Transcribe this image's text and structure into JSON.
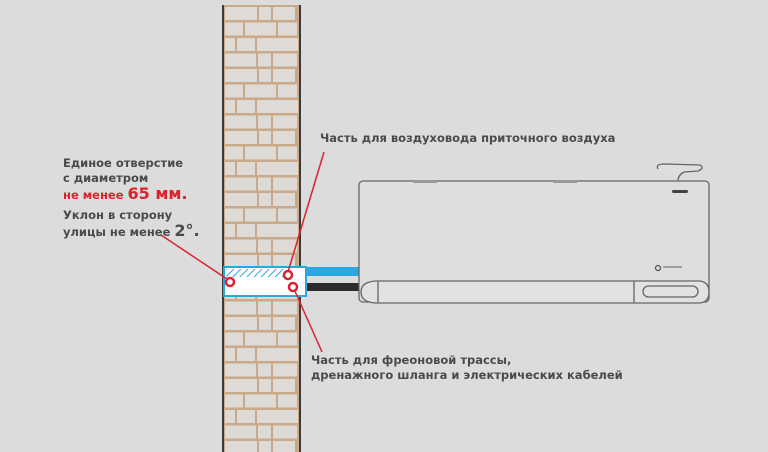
{
  "left_note": {
    "line1": "Единое отверстие",
    "line2": "с диаметром",
    "line3_prefix": "не менее ",
    "line3_value": "65 мм.",
    "line4": "Уклон в сторону",
    "line5_prefix": "улицы не менее ",
    "line5_value": "2°."
  },
  "top_label": "Часть для воздуховода приточного воздуха",
  "bottom_label": {
    "line1": "Часть для фреоновой трассы,",
    "line2": "дренажного шланга и электрических кабелей"
  },
  "colors": {
    "background": "#dcdcdc",
    "accent_red": "#d9232e",
    "pipe_blue": "#2aa7e0",
    "pipe_black": "#2b2b2b",
    "mortar": "#c9a98a",
    "brick": "#dedbd7"
  }
}
